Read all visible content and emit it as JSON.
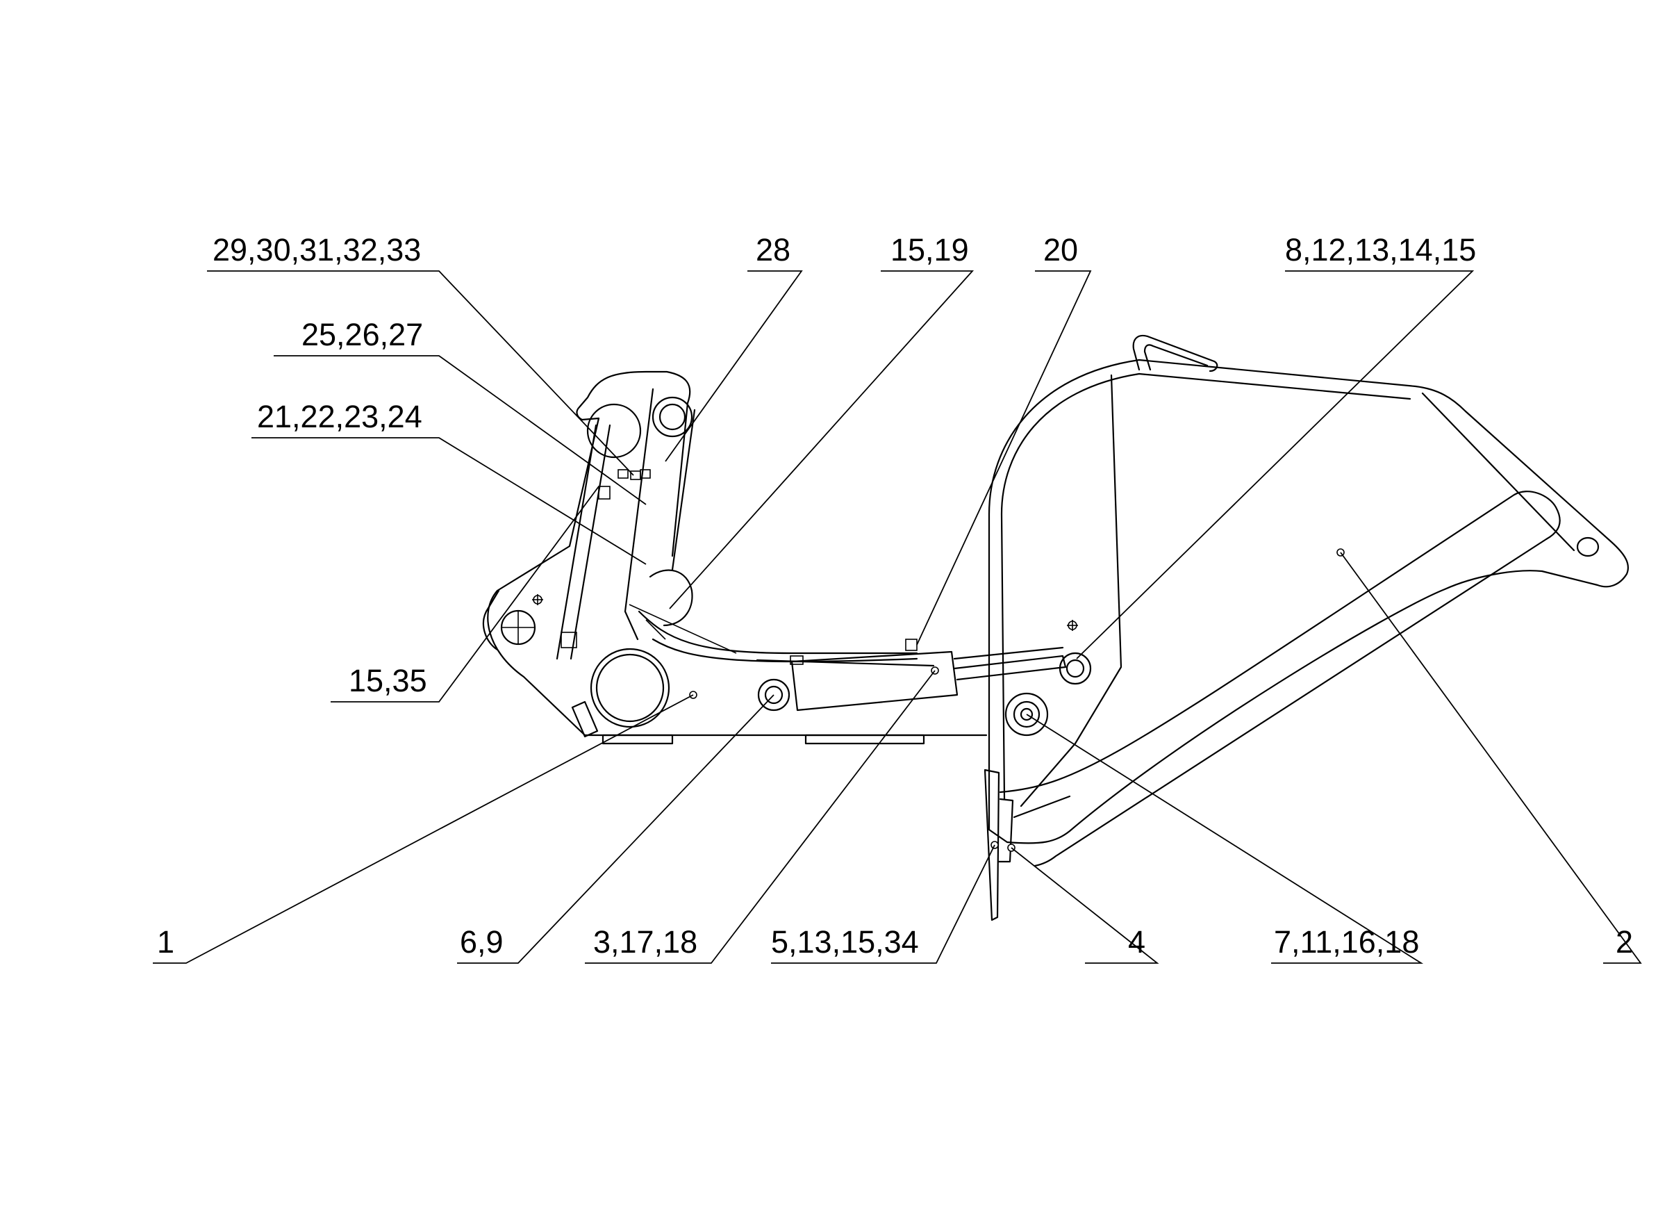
{
  "diagram": {
    "type": "assembly-drawing",
    "line_color": "#000000",
    "background_color": "#ffffff"
  },
  "callouts": {
    "c_29_33": "29,30,31,32,33",
    "c_28": "28",
    "c_15_19": "15,19",
    "c_20": "20",
    "c_8_15": "8,12,13,14,15",
    "c_25_27": "25,26,27",
    "c_21_24": "21,22,23,24",
    "c_15_35": "15,35",
    "c_1": "1",
    "c_6_9": "6,9",
    "c_3_18": "3,17,18",
    "c_5_34": "5,13,15,34",
    "c_4": "4",
    "c_7_18": "7,11,16,18",
    "c_2": "2"
  }
}
